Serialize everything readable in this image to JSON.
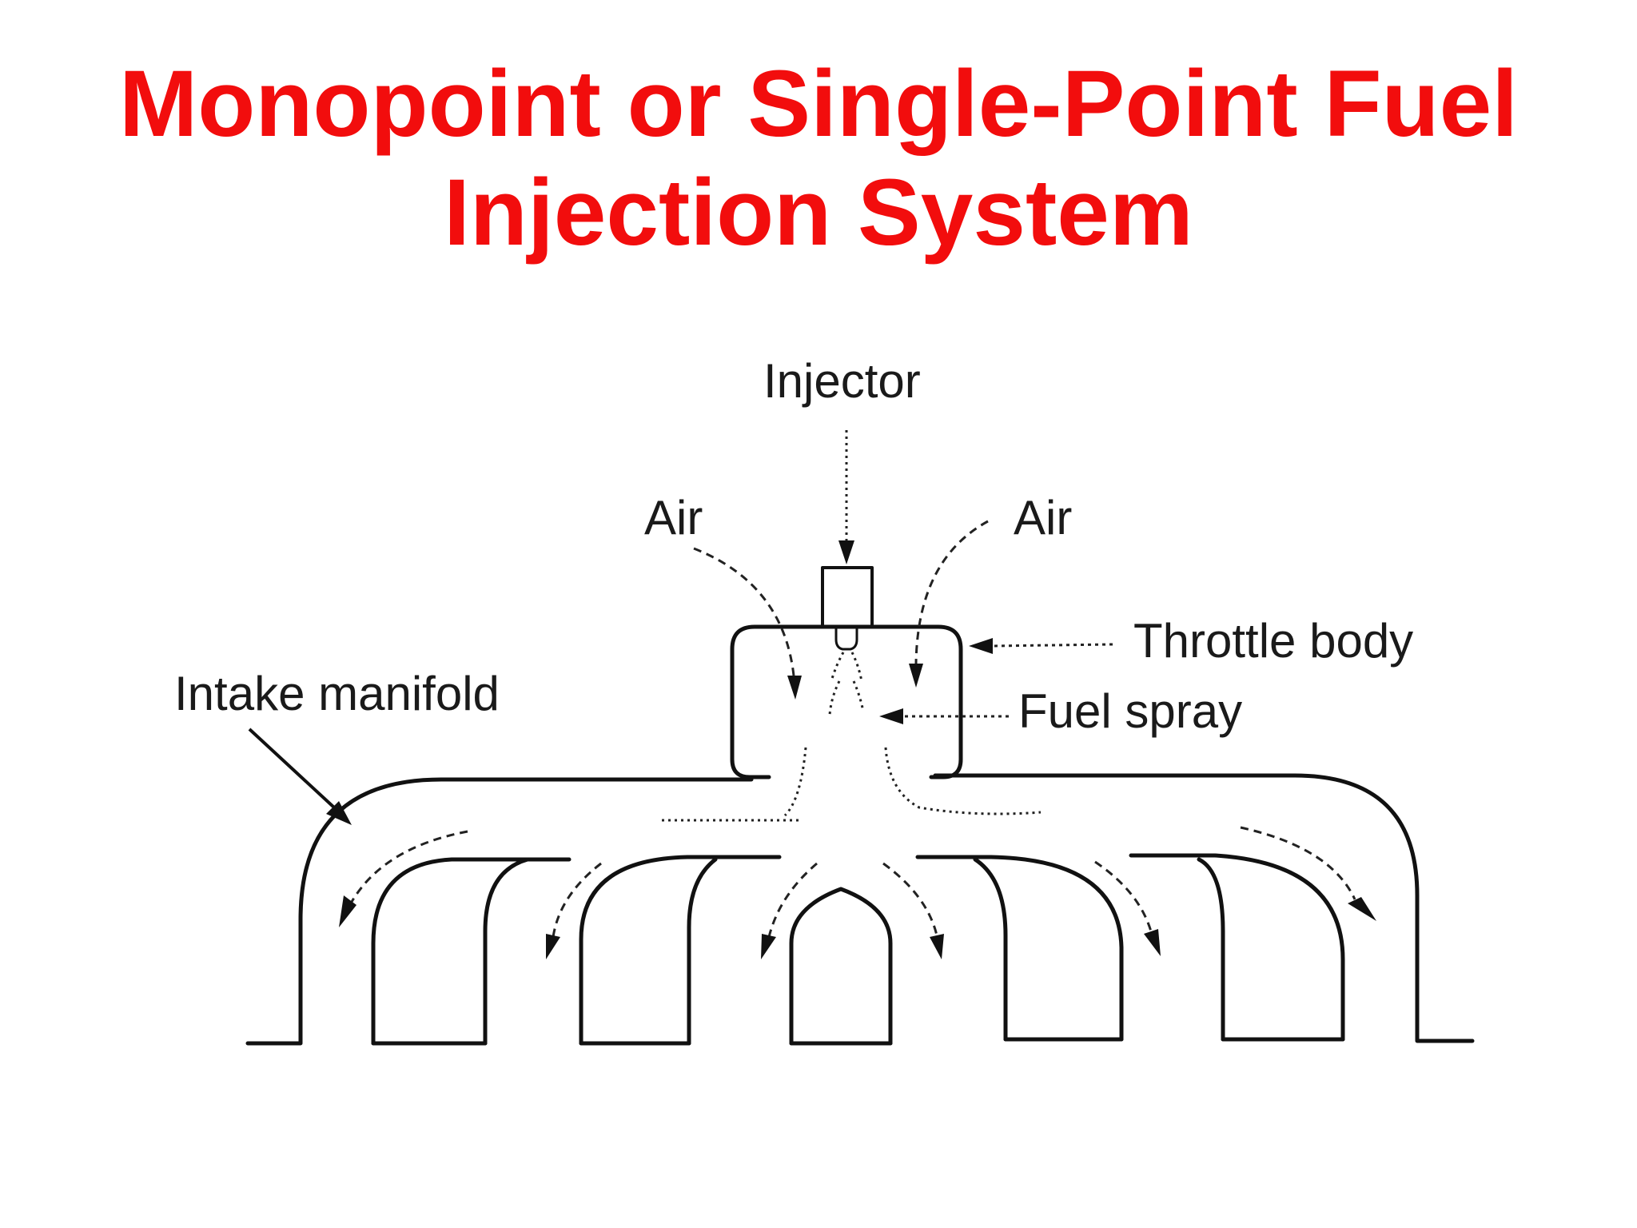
{
  "title": {
    "line1": "Monopoint or Single-Point Fuel",
    "line2": "Injection System"
  },
  "diagram": {
    "labels": {
      "injector": "Injector",
      "air_left": "Air",
      "air_right": "Air",
      "throttle_body": "Throttle body",
      "fuel_spray": "Fuel spray",
      "intake_manifold": "Intake manifold"
    }
  },
  "colors": {
    "title": "#f20d0d",
    "line": "#111111",
    "background": "#ffffff"
  }
}
